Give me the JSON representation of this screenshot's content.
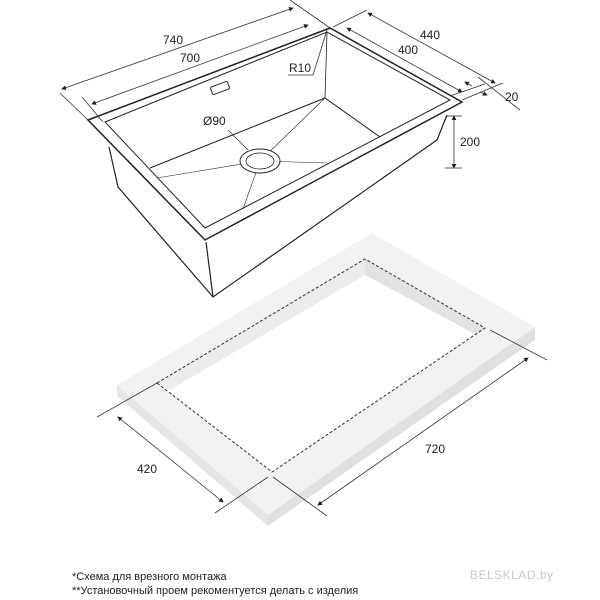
{
  "sink_dimensions": {
    "outer_length": "740",
    "inner_length": "700",
    "outer_width": "440",
    "inner_width": "400",
    "rim": "20",
    "depth": "200",
    "corner_radius": "R10",
    "drain_diameter": "Ø90"
  },
  "cutout_dimensions": {
    "width": "420",
    "length": "720"
  },
  "notes": [
    "*Схема для врезного монтажа",
    "**Установочный проем рекоментуется делать с изделия"
  ],
  "watermark": "BELSKLAD.by",
  "colors": {
    "line": "#222222",
    "counter_top": "#f2f2f2",
    "counter_side": "#e4e4e4"
  }
}
